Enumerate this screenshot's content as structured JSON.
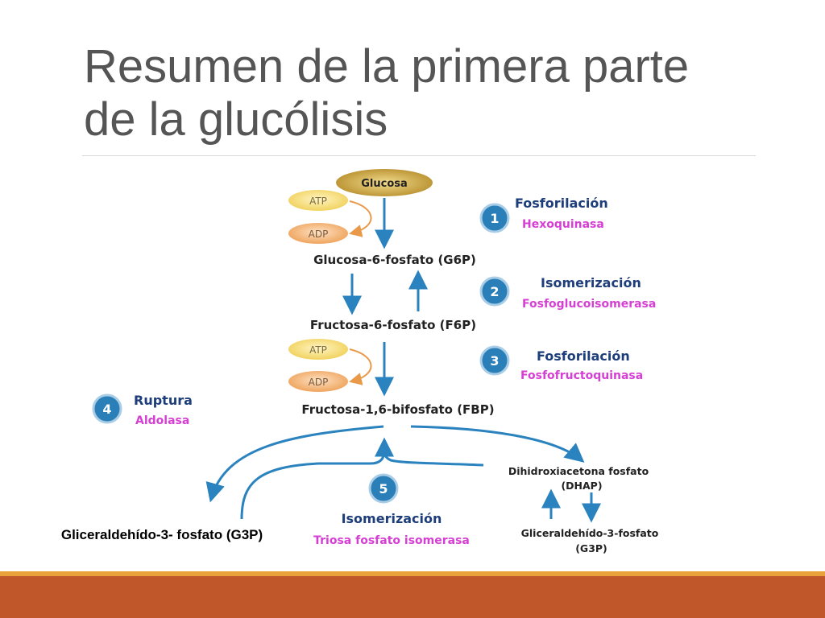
{
  "slide": {
    "title": "Resumen de la primera parte\nde la glucólisis",
    "caption_g3p": "Gliceraldehído-3- fosfato (G3P)"
  },
  "diagram": {
    "glucose": "Glucosa",
    "atp": "ATP",
    "adp": "ADP",
    "g6p": "Glucosa-6-fosfato (G6P)",
    "f6p": "Fructosa-6-fosfato (F6P)",
    "fbp": "Fructosa-1,6-bifosfato (FBP)",
    "dhap_line1": "Dihidroxiacetona fosfato",
    "dhap_line2": "(DHAP)",
    "g3p_line1": "Gliceraldehído-3-fosfato",
    "g3p_line2": "(G3P)",
    "steps": [
      {
        "number": "1",
        "process": "Fosforilación",
        "enzyme": "Hexoquinasa"
      },
      {
        "number": "2",
        "process": "Isomerización",
        "enzyme": "Fosfoglucoisomerasa"
      },
      {
        "number": "3",
        "process": "Fosforilación",
        "enzyme": "Fosfofructoquinasa"
      },
      {
        "number": "4",
        "process": "Ruptura",
        "enzyme": "Aldolasa"
      },
      {
        "number": "5",
        "process": "Isomerización",
        "enzyme": "Triosa fosfato isomerasa"
      }
    ]
  },
  "colors": {
    "arrow": "#2a83bf",
    "step_circle": "#2a7fb8",
    "process_text": "#1d3e7a",
    "enzyme_text": "#d63fd3",
    "atp_fill": "#f5d870",
    "adp_fill": "#f2ab68",
    "glucose_fill": "#c8a243",
    "bottom_bar": "#c0572a",
    "bottom_thin": "#e9a23b"
  }
}
